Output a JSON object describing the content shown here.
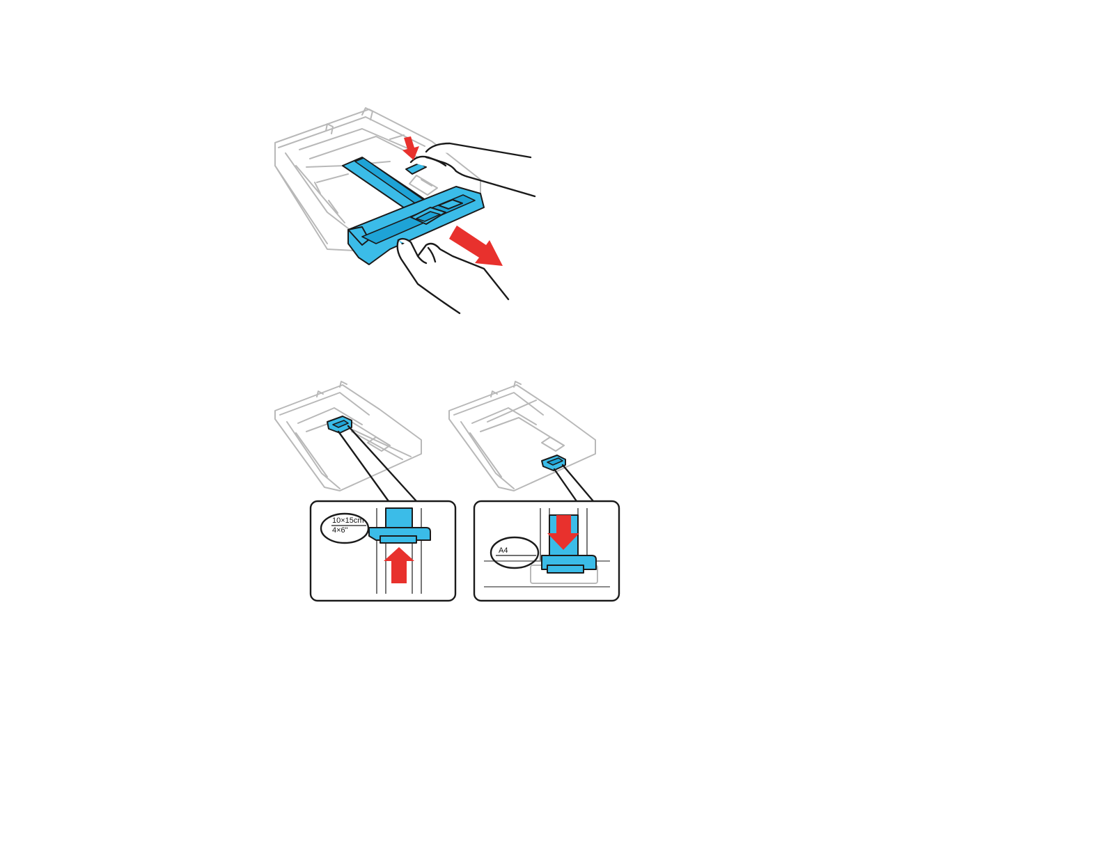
{
  "figure": {
    "panels": [
      {
        "id": "extend-tray",
        "labels": []
      },
      {
        "id": "slide-guide-small",
        "inset_label_top": "10×15cm",
        "inset_label_bottom": "4×6\""
      },
      {
        "id": "slide-guide-a4",
        "inset_label": "A4"
      }
    ],
    "colors": {
      "accent": "#3bbce8",
      "arrow": "#e8312d",
      "outline": "#1a1a1a",
      "tray": "#b8b8b8"
    }
  }
}
